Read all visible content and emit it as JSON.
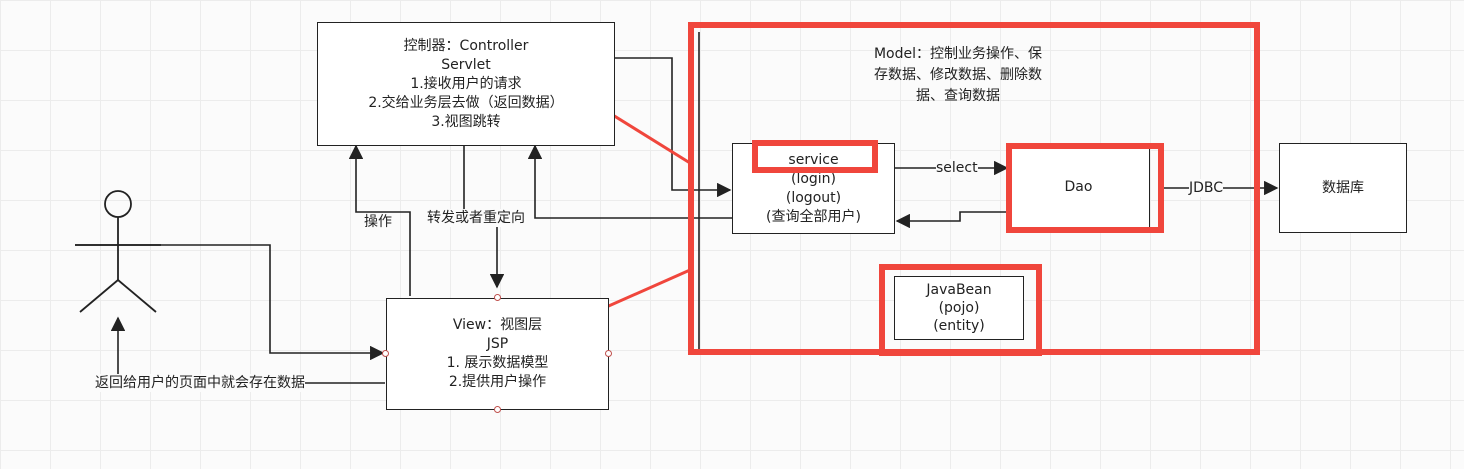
{
  "controller": {
    "title": "控制器：Controller",
    "subtitle": "Servlet",
    "items": [
      "1.接收用户的请求",
      "2.交给业务层去做（返回数据）",
      "3.视图跳转"
    ]
  },
  "view": {
    "title": "View：视图层",
    "subtitle": "JSP",
    "items": [
      "1. 展示数据模型",
      "2.提供用户操作"
    ]
  },
  "model": {
    "lines": [
      "Model：控制业务操作、保",
      "存数据、修改数据、删除数",
      "据、查询数据"
    ]
  },
  "service": {
    "lines": [
      "service",
      "(login)",
      "(logout)",
      "(查询全部用户)"
    ]
  },
  "dao": {
    "label": "Dao"
  },
  "database": {
    "label": "数据库"
  },
  "javabean": {
    "lines": [
      "JavaBean",
      "(pojo)",
      "(entity)"
    ]
  },
  "edge_labels": {
    "select": "select",
    "jdbc": "JDBC",
    "operate": "操作",
    "forward": "转发或者重定向",
    "return_data": "返回给用户的页面中就会存在数据"
  },
  "colors": {
    "highlight": "#f0463c",
    "line": "#222222",
    "background": "#fbfbfb"
  }
}
